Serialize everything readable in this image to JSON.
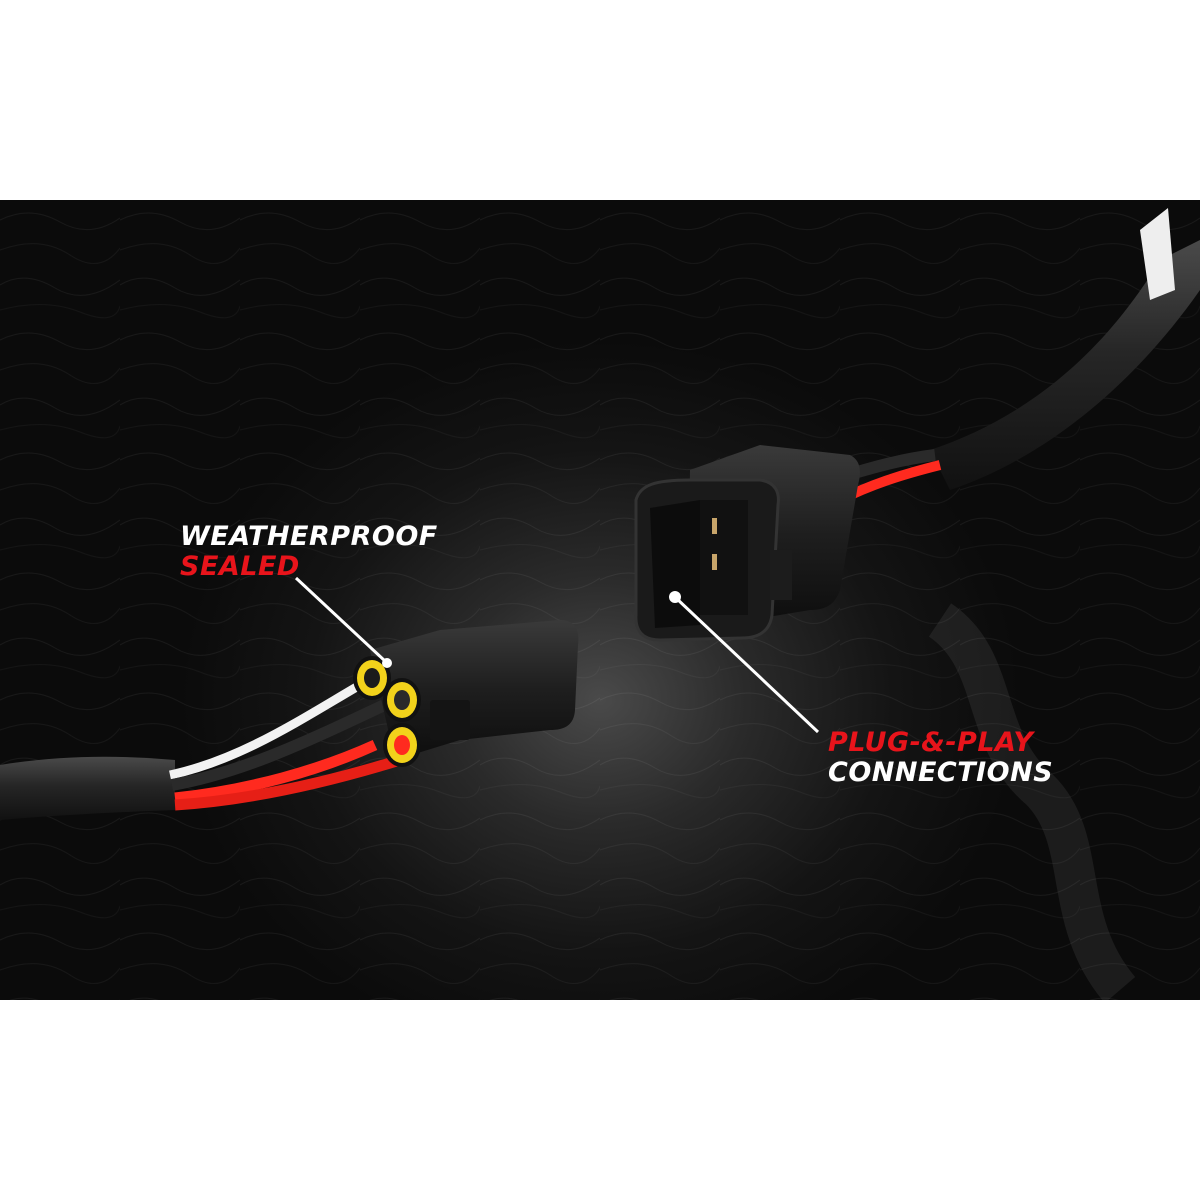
{
  "image": {
    "background_color": "#ffffff",
    "band_color": "#0b0b0b",
    "accent_red": "#e8141b",
    "wire_red": "#ff2a1f",
    "seal_yellow": "#f2d21b"
  },
  "callouts": [
    {
      "line1": "WEATHERPROOF",
      "line2": "SEALED",
      "line1_color": "white",
      "line2_color": "red",
      "target": "left-connector-seals"
    },
    {
      "line1": "PLUG-&-PLAY",
      "line2": "CONNECTIONS",
      "line1_color": "red",
      "line2_color": "white",
      "target": "right-connector-socket"
    }
  ]
}
